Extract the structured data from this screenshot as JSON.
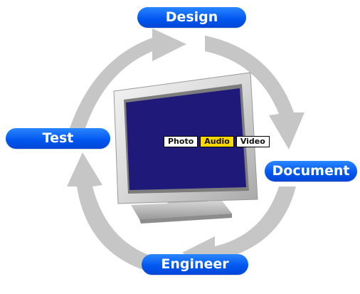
{
  "stages": {
    "design": "Design",
    "test": "Test",
    "document": "Document",
    "engineer": "Engineer"
  },
  "screen": {
    "tabs": [
      "Photo",
      "Audio",
      "Video"
    ],
    "active_tab": "Audio"
  },
  "colors": {
    "pill": "#0055ee",
    "arrow": "#c6c6c6",
    "screen": "#1f1a7a",
    "active_tab": "#ffd800"
  }
}
